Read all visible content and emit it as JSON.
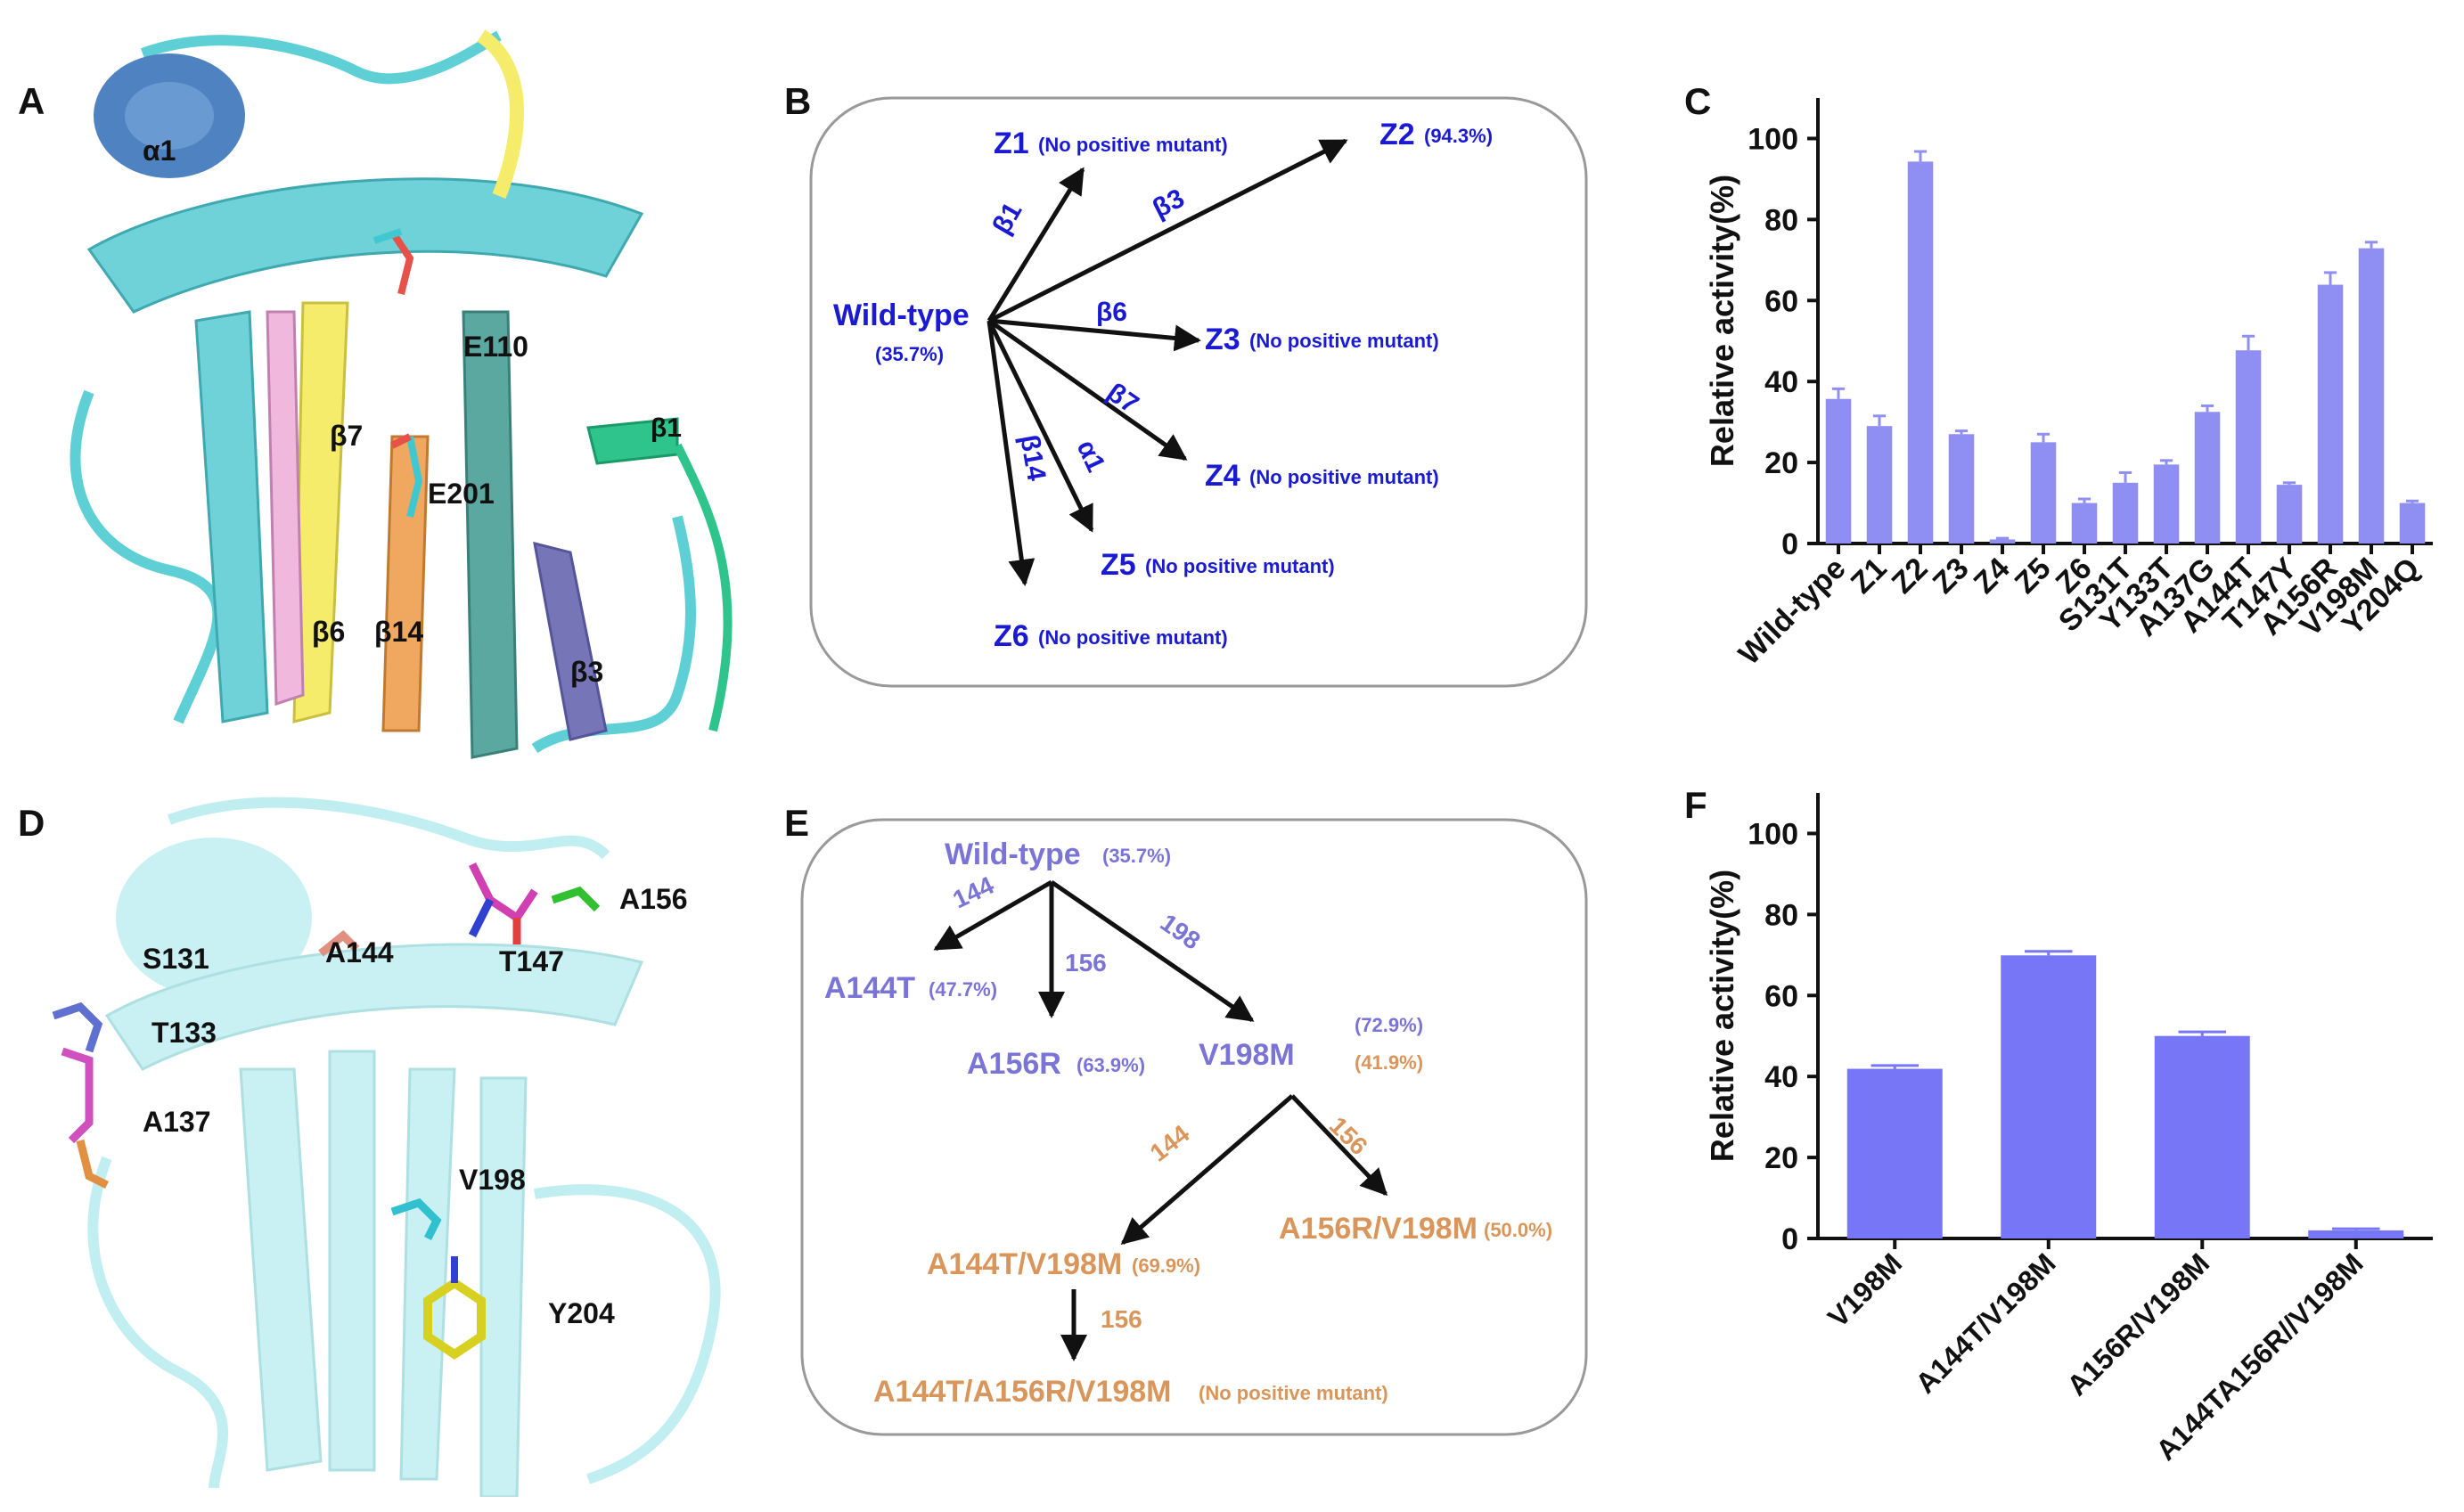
{
  "panels": {
    "A": "A",
    "B": "B",
    "C": "C",
    "D": "D",
    "E": "E",
    "F": "F"
  },
  "panel_a": {
    "labels": [
      "α1",
      "E110",
      "β7",
      "E201",
      "β1",
      "β6",
      "β14",
      "β3"
    ]
  },
  "panel_d": {
    "labels": [
      "S131",
      "A144",
      "T147",
      "A156",
      "T133",
      "A137",
      "V198",
      "Y204"
    ]
  },
  "panel_b": {
    "root": {
      "name": "Wild-type",
      "pct": "(35.7%)"
    },
    "nodes": [
      {
        "name": "Z1",
        "note": "(No positive mutant)",
        "edge": "β1"
      },
      {
        "name": "Z2",
        "note": "(94.3%)",
        "edge": "β3"
      },
      {
        "name": "Z3",
        "note": "(No positive mutant)",
        "edge": "β6"
      },
      {
        "name": "Z4",
        "note": "(No positive mutant)",
        "edge": "β7"
      },
      {
        "name": "Z5",
        "note": "(No positive mutant)",
        "edge": "α1"
      },
      {
        "name": "Z6",
        "note": "(No positive mutant)",
        "edge": "β14"
      }
    ],
    "color": "#1a1ad2"
  },
  "panel_e": {
    "root": {
      "name": "Wild-type",
      "pct": "(35.7%)"
    },
    "a144t": {
      "name": "A144T",
      "pct": "(47.7%)",
      "edge": "144"
    },
    "a156r": {
      "name": "A156R",
      "pct": "(63.9%)",
      "edge": "156"
    },
    "v198m": {
      "name": "V198M",
      "pct1": "(72.9%)",
      "pct2": "(41.9%)",
      "edge": "198"
    },
    "dbl1": {
      "name": "A144T/V198M",
      "pct": "(69.9%)",
      "edge": "144"
    },
    "dbl2": {
      "name": "A156R/V198M",
      "pct": "(50.0%)",
      "edge": "156"
    },
    "triple": {
      "name": "A144T/A156R/V198M",
      "note": "(No positive mutant)",
      "edge": "156"
    },
    "purple": "#7a74d6",
    "orange": "#d9955a"
  },
  "chart_data": [
    {
      "panel": "C",
      "type": "bar",
      "ylabel": "Relative activity(%)",
      "xlabel": "",
      "ylim": [
        0,
        110
      ],
      "yticks": [
        0,
        20,
        40,
        60,
        80,
        100
      ],
      "categories": [
        "Wild-type",
        "Z1",
        "Z2",
        "Z3",
        "Z4",
        "Z5",
        "Z6",
        "S131T",
        "Y133T",
        "A137G",
        "A144T",
        "T147Y",
        "A156R",
        "V198M",
        "Y204Q"
      ],
      "values": [
        35.7,
        29,
        94.3,
        27,
        1,
        25,
        10,
        15,
        19.5,
        32.5,
        47.7,
        14.5,
        63.9,
        72.9,
        10
      ],
      "errors": [
        2.5,
        2.5,
        2.5,
        0.8,
        0.3,
        2,
        1,
        2.5,
        1,
        1.5,
        3.5,
        0.5,
        3,
        1.5,
        0.5
      ],
      "bar_color": "#8f8ff3"
    },
    {
      "panel": "F",
      "type": "bar",
      "ylabel": "Relative activity(%)",
      "xlabel": "",
      "ylim": [
        0,
        110
      ],
      "yticks": [
        0,
        20,
        40,
        60,
        80,
        100
      ],
      "categories": [
        "V198M",
        "A144T/V198M",
        "A156R/V198M",
        "A144TA156R//V198M"
      ],
      "values": [
        41.9,
        69.9,
        50.0,
        2
      ],
      "errors": [
        0.8,
        1,
        1,
        0.4
      ],
      "bar_color": "#7676f6"
    }
  ]
}
